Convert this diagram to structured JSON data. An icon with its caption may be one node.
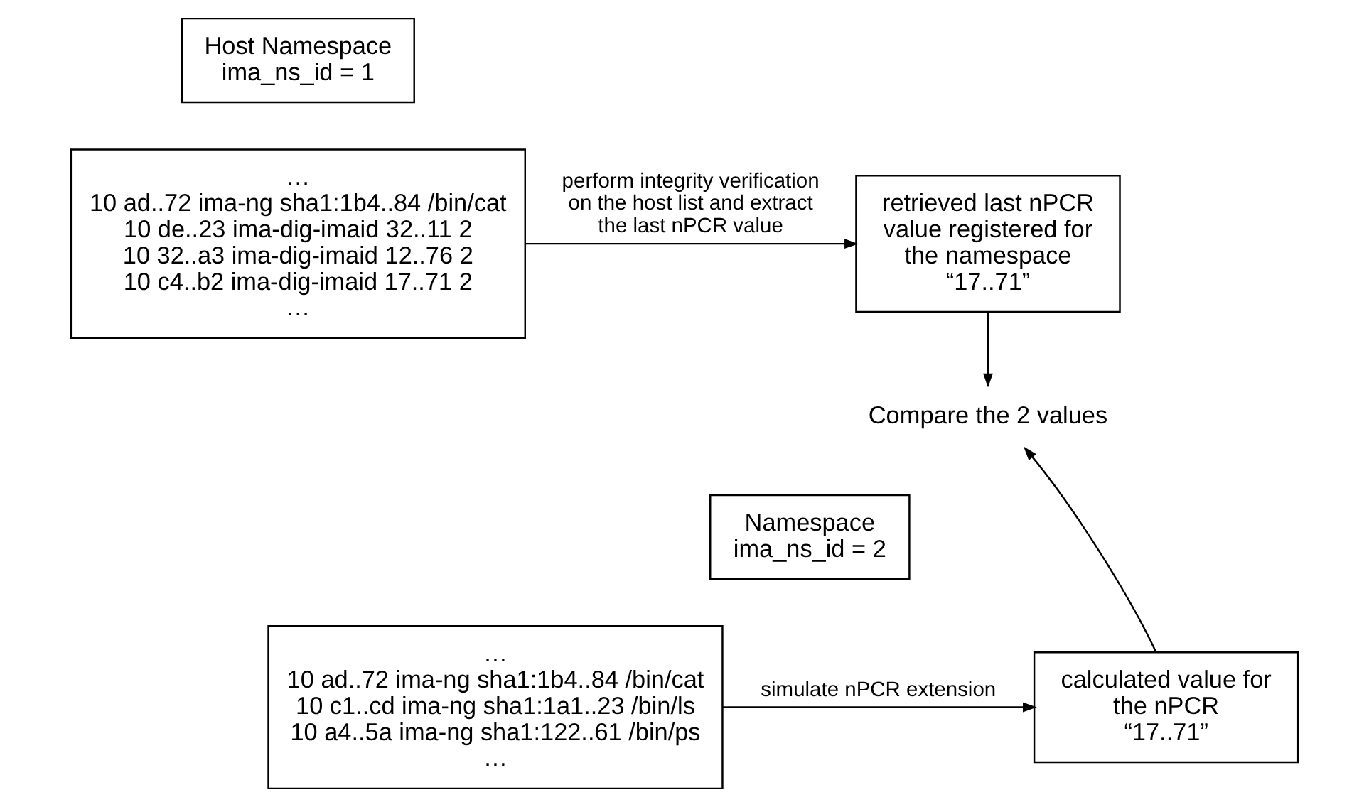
{
  "diagram": {
    "nodes": [
      {
        "text": [
          "Host Namespace",
          "ima_ns_id = 1"
        ]
      },
      {
        "text": [
          "…",
          "10 ad..72 ima-ng sha1:1b4..84 /bin/cat",
          "10 de..23 ima-dig-imaid 32..11 2",
          "10 32..a3 ima-dig-imaid 12..76 2",
          "10 c4..b2 ima-dig-imaid 17..71 2",
          "…"
        ]
      },
      {
        "text": [
          "retrieved last nPCR value registered for the namespace",
          "“17..71”"
        ]
      },
      {
        "text": [
          "Compare the 2 values"
        ]
      },
      {
        "text": [
          "Namespace",
          "ima_ns_id = 2"
        ]
      },
      {
        "text": [
          "…",
          "10 ad..72 ima-ng sha1:1b4..84 /bin/cat",
          "10 c1..cd ima-ng sha1:1a1..23 /bin/ls",
          "10 a4..5a ima-ng sha1:122..61 /bin/ps",
          "…"
        ]
      },
      {
        "text": [
          "calculated value for the nPCR",
          "“17..71”"
        ]
      }
    ],
    "edges": [
      {
        "from": 1,
        "to": 2,
        "arrow": "to",
        "label": "perform integrity verification on the host list and extract the last nPCR value"
      },
      {
        "from": 2,
        "to": 3,
        "arrow": "to"
      },
      {
        "from": 6,
        "to": 3,
        "arrow": "to"
      },
      {
        "from": 5,
        "to": 6,
        "arrow": "to",
        "label": "simulate nPCR extension"
      }
    ]
  }
}
